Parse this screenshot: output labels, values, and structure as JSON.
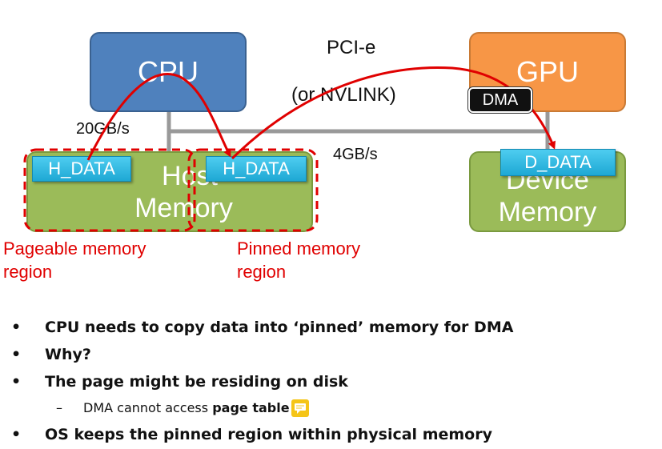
{
  "diagram": {
    "cpu_label": "CPU",
    "gpu_label": "GPU",
    "bus_label_1": "PCI-e",
    "bus_label_2": "(or NVLINK)",
    "host_memory_label_1": "Host",
    "host_memory_label_2": "Memory",
    "device_memory_label_1": "Device",
    "device_memory_label_2": "Memory",
    "host_bandwidth": "20GB/s",
    "bus_bandwidth": "4GB/s",
    "dma_label": "DMA",
    "h_data_1": "H_DATA",
    "h_data_2": "H_DATA",
    "d_data": "D_DATA",
    "pageable_label_1": "Pageable memory",
    "pageable_label_2": "region",
    "pinned_label_1": "Pinned memory",
    "pinned_label_2": "region",
    "colors": {
      "cpu": "#4f81bd",
      "gpu": "#f79646",
      "memory": "#9bbb59",
      "data_chip": "#1ea8d4",
      "annotation_red": "#e00000"
    }
  },
  "bullets": [
    {
      "bullet": "•",
      "text": "CPU needs to copy data into ‘pinned’ memory for DMA"
    },
    {
      "bullet": "•",
      "text": "Why?"
    },
    {
      "bullet": "•",
      "text": "The page might be residing on disk"
    },
    {
      "bullet": "•",
      "text": "OS keeps the pinned region within physical memory"
    }
  ],
  "sub_bullet": {
    "dash": "–",
    "text": "DMA cannot access ",
    "bold_text": "page table"
  },
  "icons": {
    "comment": "comment-icon"
  }
}
